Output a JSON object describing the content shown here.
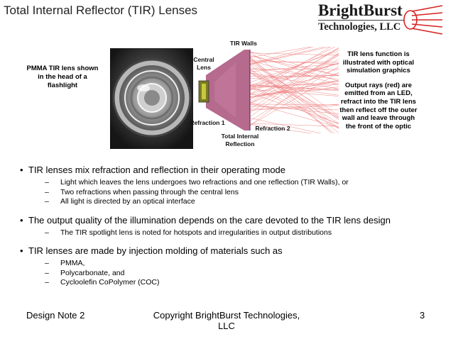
{
  "slide": {
    "title": "Total Internal Reflector (TIR) Lenses"
  },
  "logo": {
    "name": "BrightBurst",
    "subtitle": "Technologies, LLC",
    "icon": "eye-beam-logo",
    "accent_color": "#d82020"
  },
  "figure": {
    "photo_caption": "PMMA TIR lens shown in the head of a flashlight",
    "labels": {
      "tir_walls": "TIR Walls",
      "central_lens": "Central Lens",
      "refraction_1": "Refraction 1",
      "refraction_2": "Refraction 2",
      "total_internal_reflection": "Total Internal Reflection"
    },
    "explanation_1": "TIR lens function is illustrated with optical simulation graphics",
    "explanation_2": "Output rays (red) are emitted from an LED, refract into the TIR lens then reflect off the outer wall and leave through the front of the optic",
    "ray_color": "#e02020",
    "lens_color": "#a8507a"
  },
  "bullets": [
    {
      "text": "TIR lenses mix refraction and reflection in their operating mode",
      "subs": [
        "Light which leaves the lens undergoes two refractions and one reflection (TIR Walls), or",
        "Two refractions when passing through the central lens",
        "All light is directed by an optical interface"
      ]
    },
    {
      "text": "The output quality of the illumination depends on the care devoted to the TIR lens design",
      "subs": [
        "The TIR spotlight lens is noted for hotspots and  irregularities in output distributions"
      ]
    },
    {
      "text": "TIR lenses are made by injection molding of materials such as",
      "subs": [
        "PMMA,",
        "Polycarbonate, and",
        "Cycloolefin CoPolymer (COC)"
      ]
    }
  ],
  "footer": {
    "left": "Design Note 2",
    "center": "Copyright BrightBurst Technologies, LLC",
    "page_number": "3"
  }
}
